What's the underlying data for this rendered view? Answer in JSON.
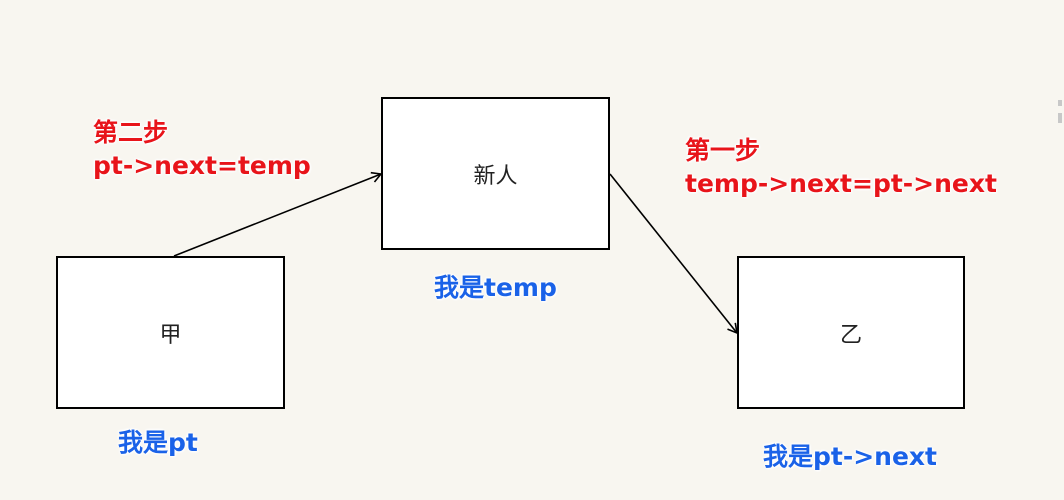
{
  "nodes": {
    "jia": {
      "label": "甲",
      "caption": "我是pt"
    },
    "xinren": {
      "label": "新人",
      "caption": "我是temp"
    },
    "yi": {
      "label": "乙",
      "caption": "我是pt->next"
    }
  },
  "steps": {
    "step_two": {
      "title": "第二步",
      "code": "pt->next=temp"
    },
    "step_one": {
      "title": "第一步",
      "code": "temp->next=pt->next"
    }
  },
  "colors": {
    "background": "#f8f6f0",
    "node_caption": "#1a62e8",
    "step_text": "#e8141a",
    "line": "#000000"
  }
}
